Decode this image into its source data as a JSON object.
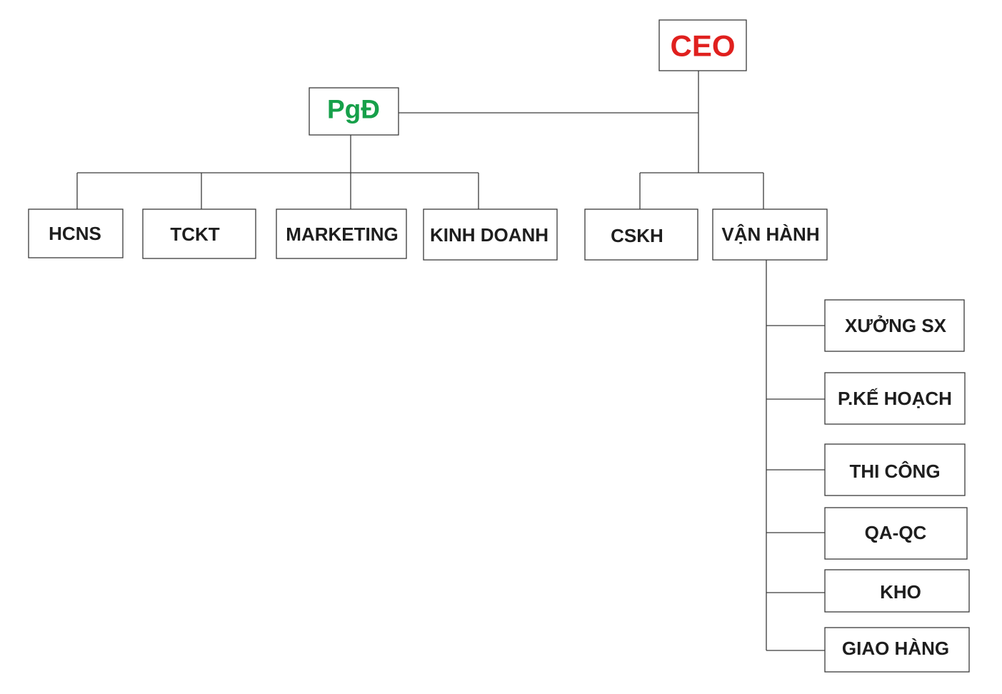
{
  "nodes": {
    "ceo": {
      "label": "CEO",
      "color": "#e0201e"
    },
    "pgd": {
      "label": "PgĐ",
      "color": "#16a04a"
    },
    "hcns": {
      "label": "HCNS"
    },
    "tckt": {
      "label": "TCKT"
    },
    "marketing": {
      "label": "MARKETING"
    },
    "kinh_doanh": {
      "label": "KINH DOANH"
    },
    "cskh": {
      "label": "CSKH"
    },
    "van_hanh": {
      "label": "VẬN HÀNH"
    },
    "xuong_sx": {
      "label": "XƯỞNG SX"
    },
    "ke_hoach": {
      "label": "P.KẾ HOẠCH"
    },
    "thi_cong": {
      "label": "THI CÔNG"
    },
    "qa_qc": {
      "label": "QA-QC"
    },
    "kho": {
      "label": "KHO"
    },
    "giao_hang": {
      "label": "GIAO HÀNG"
    }
  },
  "edges": [
    [
      "ceo",
      "pgd"
    ],
    [
      "ceo",
      "cskh"
    ],
    [
      "ceo",
      "van_hanh"
    ],
    [
      "pgd",
      "hcns"
    ],
    [
      "pgd",
      "tckt"
    ],
    [
      "pgd",
      "marketing"
    ],
    [
      "pgd",
      "kinh_doanh"
    ],
    [
      "van_hanh",
      "xuong_sx"
    ],
    [
      "van_hanh",
      "ke_hoach"
    ],
    [
      "van_hanh",
      "thi_cong"
    ],
    [
      "van_hanh",
      "qa_qc"
    ],
    [
      "van_hanh",
      "kho"
    ],
    [
      "van_hanh",
      "giao_hang"
    ]
  ]
}
